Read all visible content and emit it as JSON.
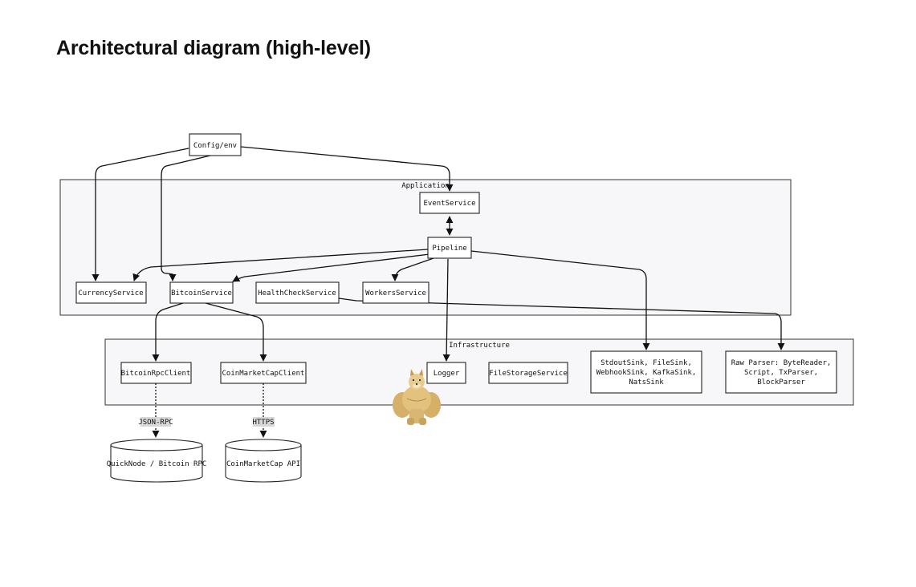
{
  "title": "Architectural diagram (high-level)",
  "groups": {
    "application": "Application",
    "infrastructure": "Infrastructure"
  },
  "nodes": {
    "config": "Config/env",
    "eventservice": "EventService",
    "pipeline": "Pipeline",
    "currency": "CurrencyService",
    "bitcoin": "BitcoinService",
    "health": "HealthCheckService",
    "workers": "WorkersService",
    "rpcclient": "BitcoinRpcClient",
    "cmcclient": "CoinMarketCapClient",
    "logger": "Logger",
    "filestorage": "FileStorageService",
    "sinks": [
      "StdoutSink, FileSink,",
      "WebhookSink, KafkaSink,",
      "NatsSink"
    ],
    "parser": [
      "Raw Parser: ByteReader,",
      "Script, TxParser,",
      "BlockParser"
    ]
  },
  "stores": {
    "quicknode": "QuickNode / Bitcoin RPC",
    "cmcapi": "CoinMarketCap API"
  },
  "edge_labels": {
    "jsonrpc": "JSON-RPC",
    "https": "HTTPS"
  },
  "mascot": "muscular-doge-icon"
}
